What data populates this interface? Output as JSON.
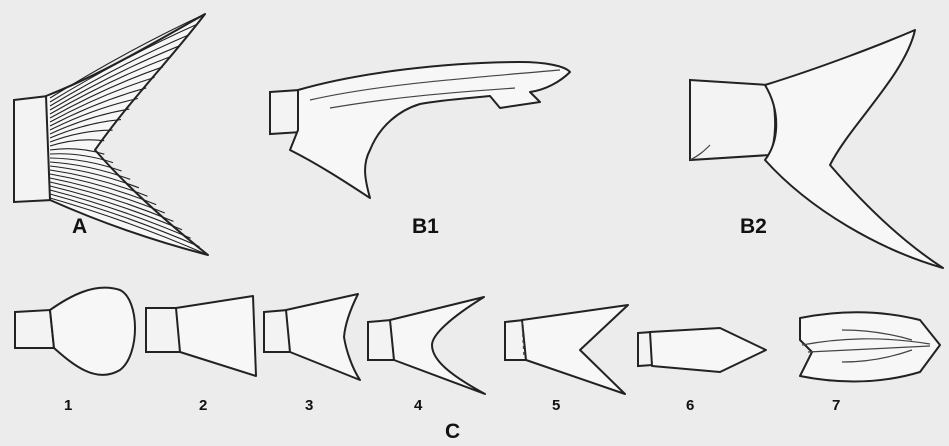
{
  "figure": {
    "panels": [
      {
        "id": "A",
        "label": "A"
      },
      {
        "id": "B1",
        "label": "B1"
      },
      {
        "id": "B2",
        "label": "B2"
      },
      {
        "id": "C",
        "label": "C"
      }
    ],
    "tail_types": [
      {
        "number": "1"
      },
      {
        "number": "2"
      },
      {
        "number": "3"
      },
      {
        "number": "4"
      },
      {
        "number": "5"
      },
      {
        "number": "6"
      },
      {
        "number": "7"
      }
    ]
  }
}
